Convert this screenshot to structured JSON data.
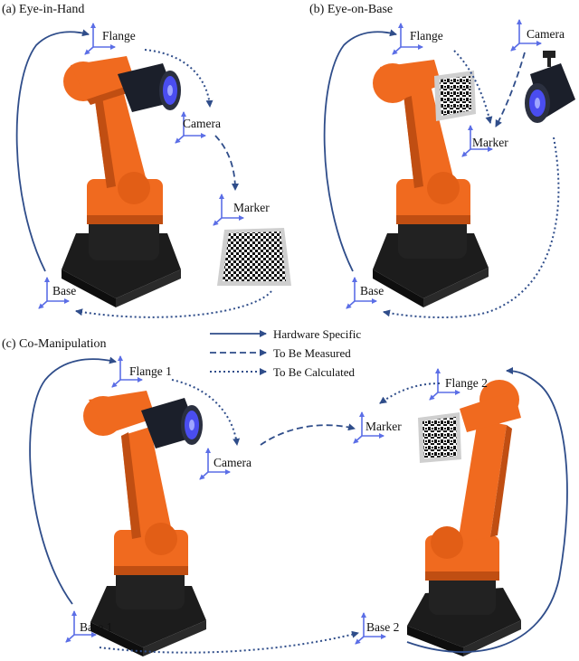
{
  "panels": {
    "a": {
      "title": "(a) Eye-in-Hand",
      "flange": "Flange",
      "camera": "Camera",
      "marker": "Marker",
      "base": "Base"
    },
    "b": {
      "title": "(b) Eye-on-Base",
      "flange": "Flange",
      "camera": "Camera",
      "marker": "Marker",
      "base": "Base"
    },
    "c": {
      "title": "(c) Co-Manipulation",
      "flange1": "Flange 1",
      "camera": "Camera",
      "marker": "Marker",
      "flange2": "Flange 2",
      "base1": "Base 1",
      "base2": "Base 2"
    }
  },
  "legend": {
    "hardware": "Hardware Specific",
    "measured": "To Be Measured",
    "calculated": "To Be Calculated"
  },
  "colors": {
    "arrow": "#2f4d8a",
    "axis": "#5b6ee6",
    "robot": "#f06a1f",
    "robot_dark": "#c04e12",
    "base": "#1c1c1c",
    "camera_body": "#1b1f2a",
    "camera_lens": "#4a4df0"
  }
}
